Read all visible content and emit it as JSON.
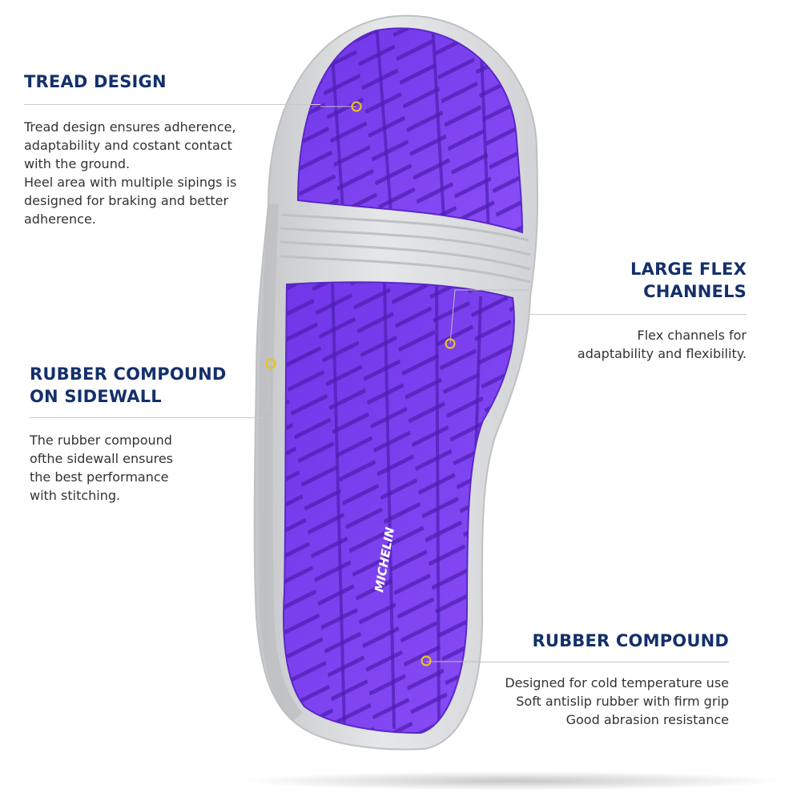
{
  "tread_design": {
    "title": "TREAD DESIGN",
    "lines": [
      "Tread design ensures adherence,",
      "adaptability and costant contact",
      "with the ground.",
      "Heel area with multiple sipings is",
      "designed for braking and better",
      "adherence."
    ]
  },
  "large_flex_channels": {
    "title": "LARGE FLEX CHANNELS",
    "lines": [
      "Flex channels for",
      "adaptability and flexibility."
    ]
  },
  "rubber_compound_sidewall": {
    "title_lines": [
      "RUBBER COMPOUND",
      "ON SIDEWALL"
    ],
    "lines": [
      "The rubber compound",
      "ofthe sidewall ensures",
      "the best performance",
      "with stitching."
    ]
  },
  "rubber_compound": {
    "title": "RUBBER COMPOUND",
    "lines": [
      "Designed for cold temperature use",
      "Soft antislip rubber with firm grip",
      "Good abrasion resistance"
    ]
  },
  "brand": {
    "logo_text": "MICHELIN"
  },
  "colors": {
    "heading": "#14306b",
    "tread": "#7a3ff2",
    "sole": "#d9dadc",
    "marker": "#e8c21d"
  }
}
